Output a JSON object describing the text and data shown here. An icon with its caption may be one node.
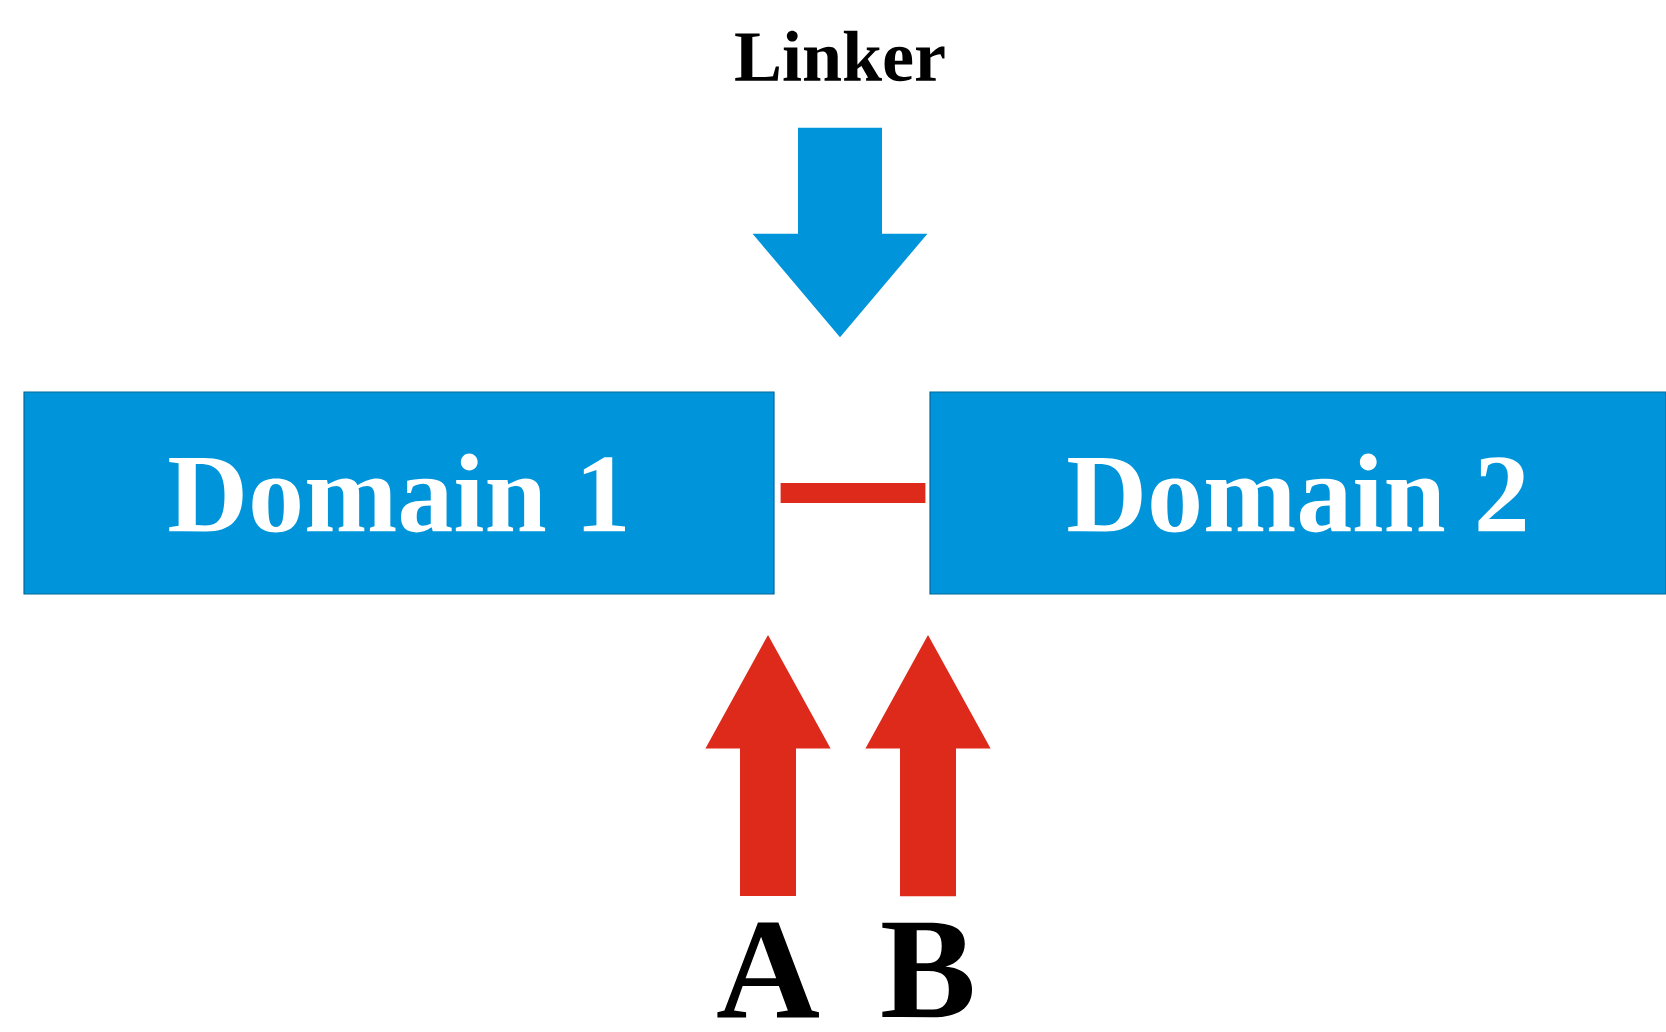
{
  "diagram": {
    "nodes": [
      {
        "text": [
          "Linker"
        ]
      },
      {
        "text": [
          "Domain 1"
        ]
      },
      {
        "text": [
          "Domain 2"
        ]
      },
      {
        "text": [
          "A"
        ]
      },
      {
        "text": [
          "B"
        ]
      }
    ],
    "edges": [
      {
        "from": 1,
        "to": 2,
        "arrow": "none",
        "color": "#dd2a1b"
      },
      {
        "from": 0,
        "to": null,
        "arrow": "to",
        "color": "#0095da"
      },
      {
        "from": 3,
        "to": 1,
        "arrow": "to",
        "color": "#dd2a1b"
      },
      {
        "from": 4,
        "to": 2,
        "arrow": "to",
        "color": "#dd2a1b"
      }
    ]
  }
}
